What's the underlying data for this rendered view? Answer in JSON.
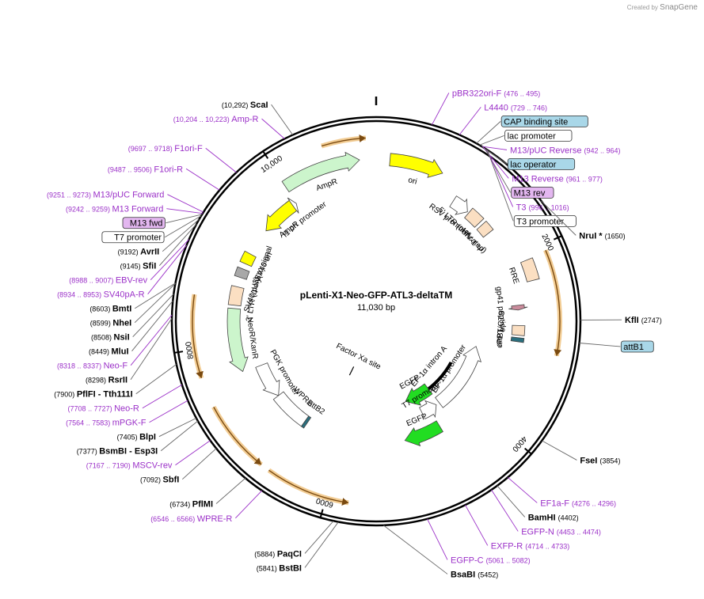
{
  "credit": {
    "prefix": "Created by",
    "brand": "SnapGene"
  },
  "title": "pLenti-X1-Neo-GFP-ATL3-deltaTM",
  "length_label": "11,030 bp",
  "total_bp": 11030,
  "colors": {
    "enzyme": "#111111",
    "primer": "#9b30c8",
    "feature_yellow": "#ffff00",
    "feature_green": "#ccf5cc",
    "feature_bright_green": "#22dd22",
    "feature_peach": "#fbdfc2",
    "feature_gray": "#a8a8a8",
    "orf_arrow": "#e8a23a",
    "attb": "#2b6f7e",
    "box_blue": "#a9d7e8",
    "box_violet": "#e3b7f0"
  },
  "ticks": [
    {
      "label": "2000",
      "bp": 2000
    },
    {
      "label": "4000",
      "bp": 4000
    },
    {
      "label": "6000",
      "bp": 6000
    },
    {
      "label": "8000",
      "bp": 8000
    },
    {
      "label": "10,000",
      "bp": 10000
    }
  ],
  "labels": [
    {
      "id": "scai",
      "kind": "enzyme",
      "name": "ScaI",
      "coord": "(10,292)",
      "bp": 10292
    },
    {
      "id": "amp-r-primer",
      "kind": "primer",
      "name": "Amp-R",
      "coord": "(10,204 .. 10,223)",
      "bp": 10214
    },
    {
      "id": "f1ori-f",
      "kind": "primer",
      "name": "F1ori-F",
      "coord": "(9697 .. 9718)",
      "bp": 9707
    },
    {
      "id": "f1ori-r",
      "kind": "primer",
      "name": "F1ori-R",
      "coord": "(9487 .. 9506)",
      "bp": 9497
    },
    {
      "id": "m13-puc-fwd",
      "kind": "primer",
      "name": "M13/pUC Forward",
      "coord": "(9251 .. 9273)",
      "bp": 9262
    },
    {
      "id": "m13-fwd-primer",
      "kind": "primer",
      "name": "M13 Forward",
      "coord": "(9242 .. 9259)",
      "bp": 9250
    },
    {
      "id": "m13-fwd-box",
      "kind": "box_violet",
      "name": "M13 fwd",
      "coord": "",
      "bp": 9240
    },
    {
      "id": "t7-promoter-box",
      "kind": "box_white",
      "name": "T7 promoter",
      "coord": "",
      "bp": 9225
    },
    {
      "id": "avrii",
      "kind": "enzyme",
      "name": "AvrII",
      "coord": "(9192)",
      "bp": 9192
    },
    {
      "id": "sfii",
      "kind": "enzyme",
      "name": "SfiI",
      "coord": "(9145)",
      "bp": 9145
    },
    {
      "id": "ebv-rev",
      "kind": "primer",
      "name": "EBV-rev",
      "coord": "(8988 .. 9007)",
      "bp": 8997
    },
    {
      "id": "sv40pa-r",
      "kind": "primer",
      "name": "SV40pA-R",
      "coord": "(8934 .. 8953)",
      "bp": 8943
    },
    {
      "id": "bmti",
      "kind": "enzyme",
      "name": "BmtI",
      "coord": "(8603)",
      "bp": 8603
    },
    {
      "id": "nhei",
      "kind": "enzyme",
      "name": "NheI",
      "coord": "(8599)",
      "bp": 8599
    },
    {
      "id": "nsii",
      "kind": "enzyme",
      "name": "NsiI",
      "coord": "(8508)",
      "bp": 8508
    },
    {
      "id": "mlui",
      "kind": "enzyme",
      "name": "MluI",
      "coord": "(8449)",
      "bp": 8449
    },
    {
      "id": "neo-f",
      "kind": "primer",
      "name": "Neo-F",
      "coord": "(8318 .. 8337)",
      "bp": 8327
    },
    {
      "id": "rsrii",
      "kind": "enzyme",
      "name": "RsrII",
      "coord": "(8298)",
      "bp": 8298
    },
    {
      "id": "pflfi",
      "kind": "enzyme",
      "name": "PflFI  - Tth111I",
      "coord": "(7900)",
      "bp": 7900
    },
    {
      "id": "neo-r",
      "kind": "primer",
      "name": "Neo-R",
      "coord": "(7708 .. 7727)",
      "bp": 7717
    },
    {
      "id": "mpgk-f",
      "kind": "primer",
      "name": "mPGK-F",
      "coord": "(7564 .. 7583)",
      "bp": 7573
    },
    {
      "id": "blpi",
      "kind": "enzyme",
      "name": "BlpI",
      "coord": "(7405)",
      "bp": 7405
    },
    {
      "id": "bsmbi",
      "kind": "enzyme",
      "name": "BsmBI  - Esp3I",
      "coord": "(7377)",
      "bp": 7377
    },
    {
      "id": "mscv-rev",
      "kind": "primer",
      "name": "MSCV-rev",
      "coord": "(7167 .. 7190)",
      "bp": 7178
    },
    {
      "id": "sbfi",
      "kind": "enzyme",
      "name": "SbfI",
      "coord": "(7092)",
      "bp": 7092
    },
    {
      "id": "pflmi",
      "kind": "enzyme",
      "name": "PflMI",
      "coord": "(6734)",
      "bp": 6734
    },
    {
      "id": "wpre-r",
      "kind": "primer",
      "name": "WPRE-R",
      "coord": "(6546 .. 6566)",
      "bp": 6556
    },
    {
      "id": "paqci",
      "kind": "enzyme",
      "name": "PaqCI",
      "coord": "(5884)",
      "bp": 5884
    },
    {
      "id": "bstbi",
      "kind": "enzyme",
      "name": "BstBI",
      "coord": "(5841)",
      "bp": 5841
    },
    {
      "id": "bsabi",
      "kind": "enzyme",
      "name": "BsaBI",
      "coord": "(5452)",
      "bp": 5452
    },
    {
      "id": "egfp-c",
      "kind": "primer",
      "name": "EGFP-C",
      "coord": "(5061 .. 5082)",
      "bp": 5071
    },
    {
      "id": "exfp-r",
      "kind": "primer",
      "name": "EXFP-R",
      "coord": "(4714 .. 4733)",
      "bp": 4723
    },
    {
      "id": "egfp-n",
      "kind": "primer",
      "name": "EGFP-N",
      "coord": "(4453 .. 4474)",
      "bp": 4463
    },
    {
      "id": "bamhi",
      "kind": "enzyme",
      "name": "BamHI",
      "coord": "(4402)",
      "bp": 4402
    },
    {
      "id": "ef1a-f",
      "kind": "primer",
      "name": "EF1a-F",
      "coord": "(4276 .. 4296)",
      "bp": 4286
    },
    {
      "id": "fsei",
      "kind": "enzyme",
      "name": "FseI",
      "coord": "(3854)",
      "bp": 3854
    },
    {
      "id": "attb1-box",
      "kind": "box_blue",
      "name": "attB1",
      "coord": "",
      "bp": 2945
    },
    {
      "id": "kfli",
      "kind": "enzyme",
      "name": "KflI",
      "coord": "(2747)",
      "bp": 2747
    },
    {
      "id": "nrui",
      "kind": "enzyme",
      "name": "NruI *",
      "coord": "(1650)",
      "bp": 1650
    },
    {
      "id": "t3-promoter-box",
      "kind": "box_white",
      "name": "T3 promoter",
      "coord": "",
      "bp": 1010
    },
    {
      "id": "t3-primer",
      "kind": "primer",
      "name": "T3",
      "coord": "(996 .. 1016)",
      "bp": 1006
    },
    {
      "id": "m13-rev-box",
      "kind": "box_violet",
      "name": "M13 rev",
      "coord": "",
      "bp": 985
    },
    {
      "id": "m13-reverse",
      "kind": "primer",
      "name": "M13 Reverse",
      "coord": "(961 .. 977)",
      "bp": 969
    },
    {
      "id": "lac-operator-box",
      "kind": "box_blue",
      "name": "lac operator",
      "coord": "",
      "bp": 955
    },
    {
      "id": "m13-puc-rev",
      "kind": "primer",
      "name": "M13/pUC Reverse",
      "coord": "(942 .. 964)",
      "bp": 953
    },
    {
      "id": "lac-promoter-box",
      "kind": "box_white",
      "name": "lac promoter",
      "coord": "",
      "bp": 930
    },
    {
      "id": "cap-site-box",
      "kind": "box_blue",
      "name": "CAP binding site",
      "coord": "",
      "bp": 900
    },
    {
      "id": "l4440",
      "kind": "primer",
      "name": "L4440",
      "coord": "(729 .. 746)",
      "bp": 737
    },
    {
      "id": "pbr322ori-f",
      "kind": "primer",
      "name": "pBR322ori-F",
      "coord": "(476 .. 495)",
      "bp": 485
    }
  ],
  "features": [
    {
      "id": "ori",
      "name": "ori",
      "shape": "arrow",
      "fill": "#ffff00",
      "start": 150,
      "end": 740,
      "dir": 1
    },
    {
      "id": "ampr",
      "name": "AmpR",
      "shape": "arrow",
      "fill": "#ccf5cc",
      "start": 9990,
      "end": 10850,
      "dir": 1
    },
    {
      "id": "ampr-promoter",
      "name": "AmpR promoter",
      "shape": "arrow",
      "fill": "#ffffff",
      "start": 9880,
      "end": 9985,
      "dir": 1
    },
    {
      "id": "f1-ori",
      "name": "f1 ori",
      "shape": "arrow",
      "fill": "#ffff00",
      "start": 9480,
      "end": 9935,
      "dir": -1
    },
    {
      "id": "sv40-ori",
      "name": "SV40 ori",
      "shape": "box",
      "fill": "#ffff00",
      "start": 9000,
      "end": 9135
    },
    {
      "id": "sv40-polya",
      "name": "SV40 poly(A) signal",
      "shape": "box",
      "fill": "#a8a8a8",
      "start": 8820,
      "end": 8930
    },
    {
      "id": "ltr-3",
      "name": "3' LTR (ΔU3)",
      "shape": "box",
      "fill": "#fbdfc2",
      "start": 8470,
      "end": 8700
    },
    {
      "id": "neor",
      "name": "NeoR/KanR",
      "shape": "arrow",
      "fill": "#ccf5cc",
      "start": 7640,
      "end": 8430,
      "dir": -1
    },
    {
      "id": "pgk-promoter",
      "name": "PGK promoter",
      "shape": "arrow",
      "fill": "#ffffff",
      "start": 7130,
      "end": 7630,
      "dir": -1
    },
    {
      "id": "wpre",
      "name": "WPRE",
      "shape": "box",
      "fill": "#ffffff",
      "start": 6600,
      "end": 7130
    },
    {
      "id": "attb2",
      "name": "attB2",
      "shape": "box",
      "fill": "#2b6f7e",
      "start": 6560,
      "end": 6600
    },
    {
      "id": "rsv-promoter",
      "name": "RSV promoter",
      "shape": "arrow",
      "fill": "#ffffff",
      "start": 1000,
      "end": 1220,
      "dir": 1
    },
    {
      "id": "ltr-5",
      "name": "5' LTR (truncated)",
      "shape": "box",
      "fill": "#fbdfc2",
      "start": 1240,
      "end": 1420
    },
    {
      "id": "hiv-psi",
      "name": "HIV-1 Ψ",
      "shape": "box",
      "fill": "#fbdfc2",
      "start": 1460,
      "end": 1590
    },
    {
      "id": "rre",
      "name": "RRE",
      "shape": "box",
      "fill": "#fbdfc2",
      "start": 2080,
      "end": 2310
    },
    {
      "id": "gp41",
      "name": "gp41 peptide",
      "shape": "arrow",
      "fill": "#c98b9b",
      "start": 2560,
      "end": 2620,
      "dir": 1
    },
    {
      "id": "cppt",
      "name": "cPPT/CTS",
      "shape": "box",
      "fill": "#fbdfc2",
      "start": 2810,
      "end": 2930
    },
    {
      "id": "attb1",
      "name": "attB1",
      "shape": "box",
      "fill": "#2b6f7e",
      "start": 2960,
      "end": 3010
    }
  ],
  "orfs": [
    {
      "id": "orf-top",
      "start": 10500,
      "end": 10930,
      "dir": 1
    },
    {
      "id": "orf-right",
      "start": 2060,
      "end": 3090,
      "dir": 1
    },
    {
      "id": "orf-left",
      "start": 7720,
      "end": 8530,
      "dir": -1
    },
    {
      "id": "orf-bottom",
      "start": 5780,
      "end": 6610,
      "dir": -1
    },
    {
      "id": "orf-lower-left",
      "start": 6700,
      "end": 7420,
      "dir": -1
    }
  ],
  "inner_items": [
    {
      "id": "ef1a-promoter",
      "name": "EF-1α promoter",
      "shape": "arrow",
      "fill": "#ffffff",
      "start": 3190,
      "end": 4360,
      "dir": -1,
      "ring": 4
    },
    {
      "id": "ef1a-intron",
      "name": "EF-1α intron A",
      "shape": "line",
      "start": 3640,
      "end": 4360,
      "ring": 5
    },
    {
      "id": "egfp-1",
      "name": "EGFP",
      "shape": "arrow",
      "fill": "#22dd22",
      "start": 4360,
      "end": 4900,
      "dir": 1,
      "ring": 5
    },
    {
      "id": "t7-promoter-inner",
      "name": "T7 promoter",
      "shape": "arrow",
      "fill": "#ffffff",
      "start": 4420,
      "end": 4700,
      "dir": -1,
      "ring": 4
    },
    {
      "id": "egfp-2",
      "name": "EGFP",
      "shape": "arrow",
      "fill": "#22dd22",
      "start": 4560,
      "end": 5100,
      "dir": 1,
      "ring": 3
    },
    {
      "id": "factor-xa",
      "name": "Factor Xa site",
      "shape": "tick",
      "start": 6320,
      "end": 6340,
      "ring": 6
    }
  ]
}
